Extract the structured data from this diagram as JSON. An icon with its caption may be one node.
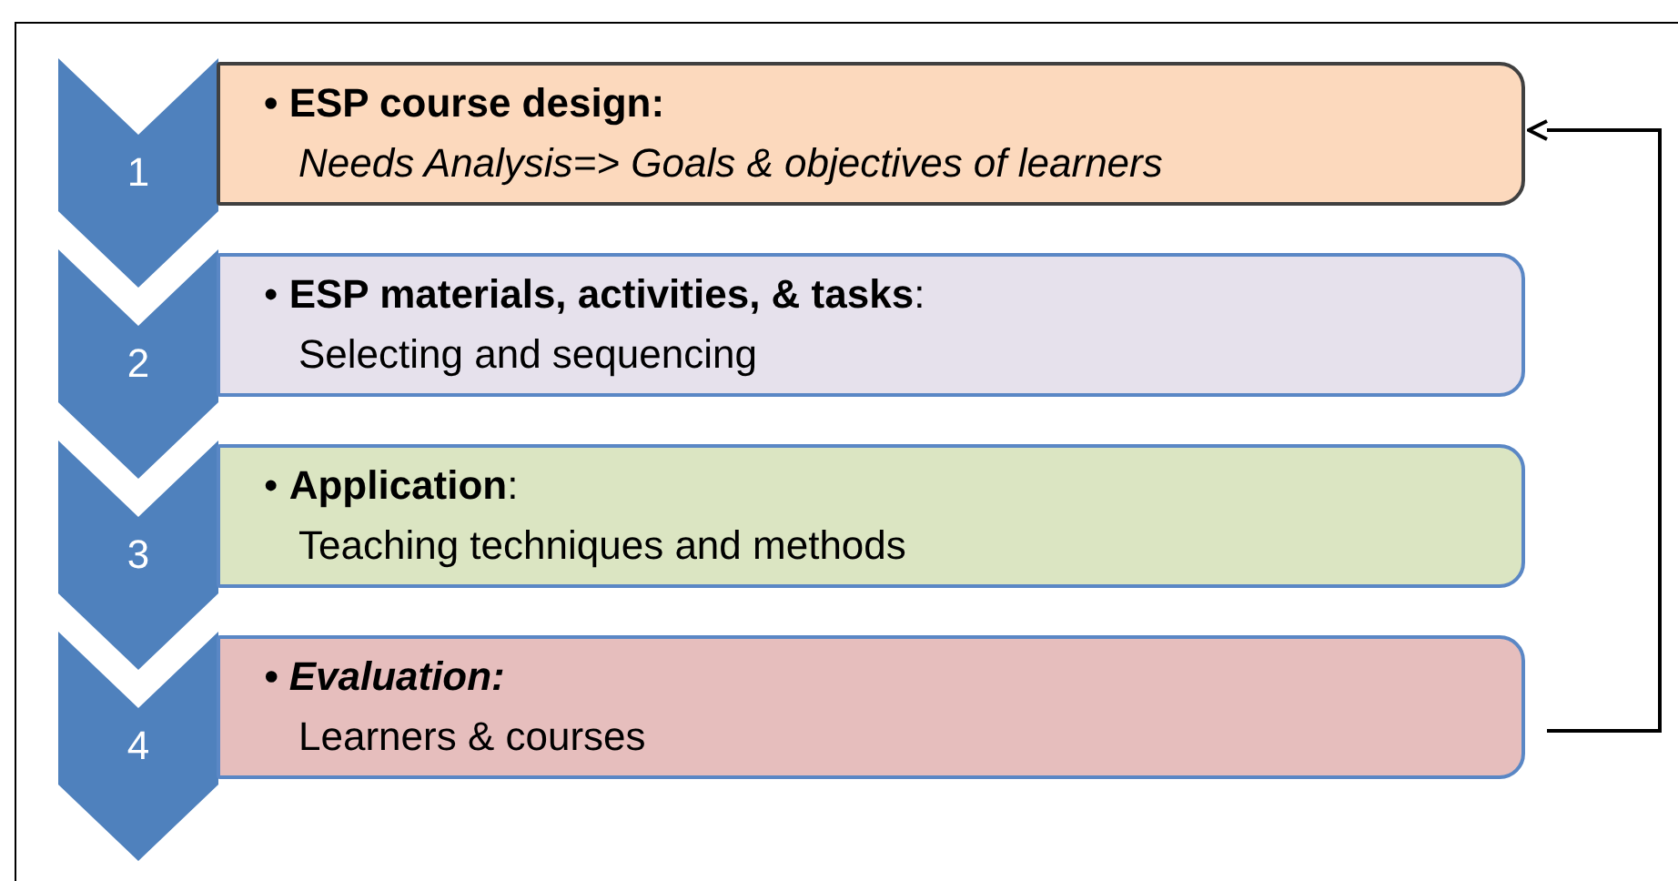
{
  "diagram": {
    "nodes": [
      {
        "text": [
          "1"
        ]
      },
      {
        "text": [
          "• ESP course design:",
          "Needs Analysis=> Goals & objectives of learners"
        ]
      },
      {
        "text": [
          "2"
        ]
      },
      {
        "text": [
          "• **ESP materials, activities, & tasks**:",
          "Selecting and sequencing"
        ]
      },
      {
        "text": [
          "3"
        ]
      },
      {
        "text": [
          "• **Application**:",
          "Teaching techniques and methods"
        ]
      },
      {
        "text": [
          "4"
        ]
      },
      {
        "text": [
          "• Evaluation:",
          "Learners & courses"
        ]
      }
    ],
    "edges": [
      {
        "from": 7,
        "to": 1,
        "arrow": "to"
      }
    ]
  }
}
